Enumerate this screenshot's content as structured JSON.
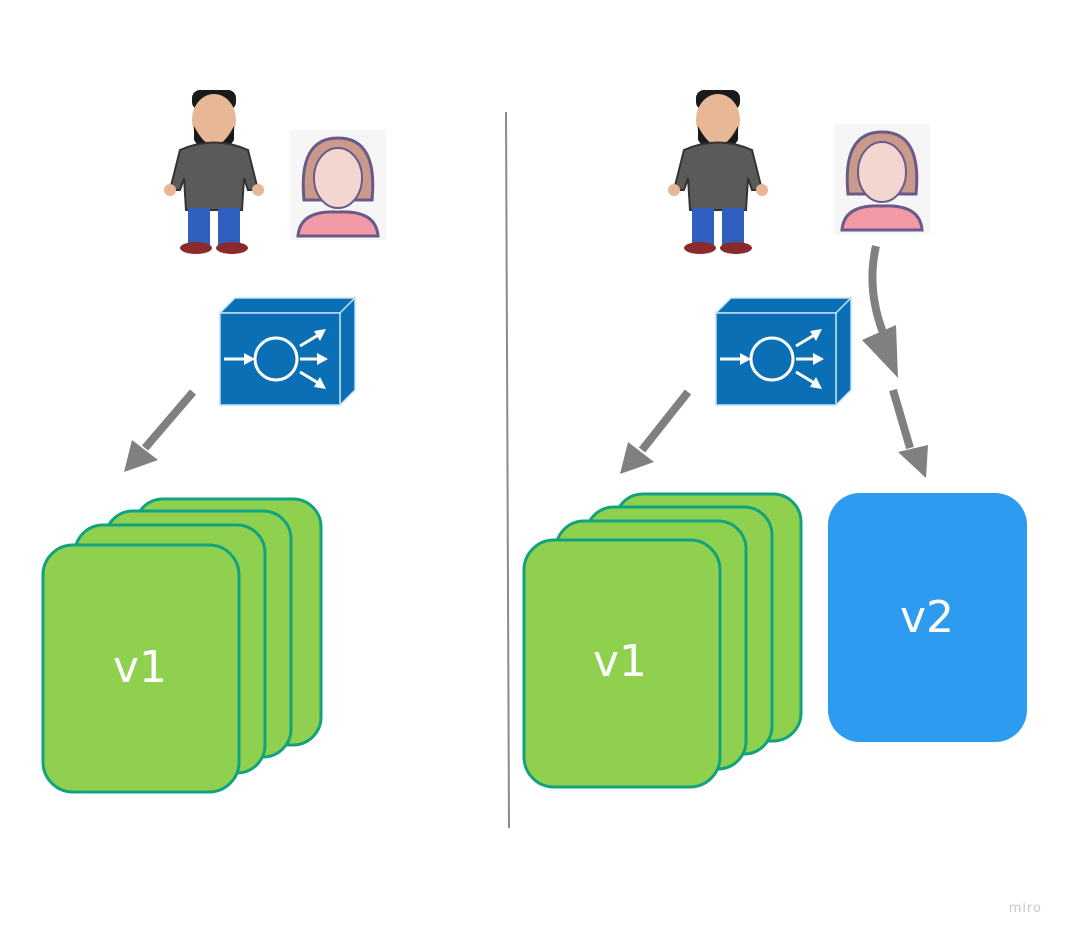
{
  "diagram": {
    "left": {
      "service_label": "v1"
    },
    "right": {
      "service_v1_label": "v1",
      "service_v2_label": "v2"
    },
    "watermark": "miro",
    "colors": {
      "v1_fill": "#8fd14f",
      "v1_stroke": "#12a27e",
      "v2_fill": "#2d9bf0",
      "load_balancer": "#0a6fb4",
      "arrow": "#808080",
      "divider": "#8a8a8a"
    }
  }
}
